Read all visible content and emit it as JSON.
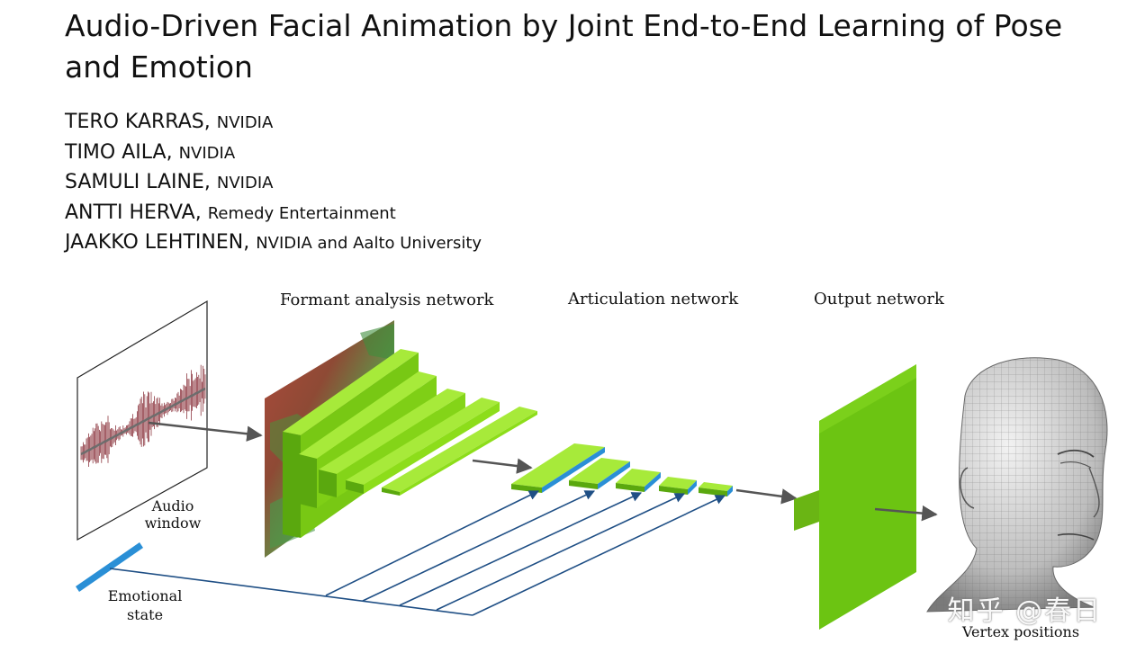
{
  "paper": {
    "title": "Audio-Driven Facial Animation by Joint End-to-End Learning of Pose and Emotion",
    "authors": [
      {
        "name": "TERO KARRAS",
        "affiliation": "NVIDIA"
      },
      {
        "name": "TIMO AILA",
        "affiliation": "NVIDIA"
      },
      {
        "name": "SAMULI LAINE",
        "affiliation": "NVIDIA"
      },
      {
        "name": "ANTTI HERVA",
        "affiliation": "Remedy Entertainment"
      },
      {
        "name": "JAAKKO LEHTINEN",
        "affiliation": "NVIDIA and Aalto University"
      }
    ]
  },
  "figure": {
    "labels": {
      "formant": "Formant analysis network",
      "articulation": "Articulation network",
      "output": "Output network",
      "audio_line1": "Audio",
      "audio_line2": "window",
      "emotion_line1": "Emotional",
      "emotion_line2": "state",
      "vertex": "Vertex positions"
    },
    "colors": {
      "green_light": "#8ddd14",
      "green_mid": "#6cc412",
      "green_dark": "#4f9a0b",
      "blue": "#2a8fd6",
      "line_blue": "#1f4f85",
      "waveform": "#7a1620"
    }
  },
  "watermark": "知乎 @春日"
}
